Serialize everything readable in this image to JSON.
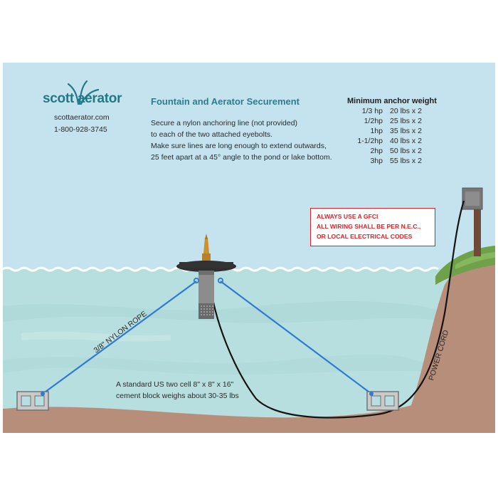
{
  "brand": {
    "logo_text": "scott aerator",
    "website": "scottaerator.com",
    "phone": "1-800-928-3745"
  },
  "title": "Fountain and Aerator Securement",
  "instructions": [
    "Secure a nylon anchoring line (not provided)",
    "to each of the two attached eyebolts.",
    "Make sure lines are long enough to extend outwards,",
    "25 feet apart at a 45° angle to the pond or lake bottom."
  ],
  "anchor_table": {
    "heading": "Minimum anchor weight",
    "rows": [
      {
        "hp": "1/3 hp",
        "weight": "20 lbs x 2"
      },
      {
        "hp": "1/2hp",
        "weight": "25 lbs x 2"
      },
      {
        "hp": "1hp",
        "weight": "35 lbs x 2"
      },
      {
        "hp": "1-1/2hp",
        "weight": "40 lbs x 2"
      },
      {
        "hp": "2hp",
        "weight": "50 lbs x 2"
      },
      {
        "hp": "3hp",
        "weight": "55 lbs x 2"
      }
    ]
  },
  "warning": [
    "ALWAYS USE A GFCI",
    "ALL WIRING SHALL BE PER N.E.C.,",
    "OR LOCAL ELECTRICAL CODES"
  ],
  "labels": {
    "rope": "3/8\" NYLON ROPE",
    "power_cord": "POWER CORD",
    "block_note_1": "A standard US two cell 8\" x 8\" x 16\"",
    "block_note_2": "cement block weighs about 30-35 lbs"
  },
  "colors": {
    "sky": "#c5e3ee",
    "water": "#b8dfe0",
    "ground": "#b78e7a",
    "grass": "#6fa04a",
    "rope": "#2f7ad4",
    "cord": "#141414",
    "warning_red": "#e31e24",
    "brand_teal": "#1f7a86"
  }
}
